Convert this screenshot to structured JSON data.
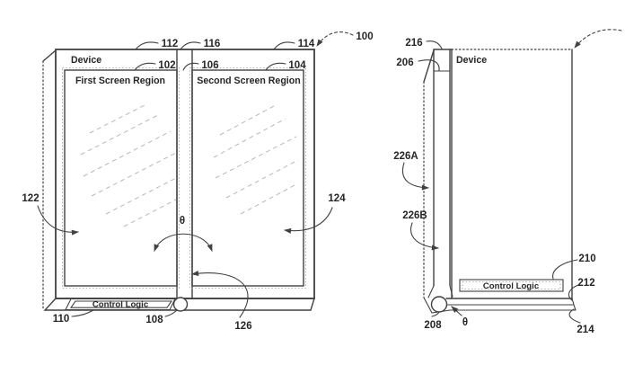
{
  "colors": {
    "line": "#414141",
    "text": "#262626",
    "hatch": "#b7b7c0",
    "background": "#ffffff"
  },
  "figure_left": {
    "device_label": "Device",
    "screen1_label": "First Screen Region",
    "screen2_label": "Second Screen Region",
    "control_logic_label": "Control Logic",
    "angle_symbol": "θ",
    "refs": {
      "r100": "100",
      "r102": "102",
      "r104": "104",
      "r106": "106",
      "r108": "108",
      "r110": "110",
      "r112": "112",
      "r114": "114",
      "r116": "116",
      "r122": "122",
      "r124": "124",
      "r126": "126"
    }
  },
  "figure_right": {
    "device_label": "Device",
    "control_logic_label": "Control Logic",
    "angle_symbol": "θ",
    "refs": {
      "r206": "206",
      "r208": "208",
      "r210": "210",
      "r212": "212",
      "r214": "214",
      "r216": "216",
      "r226A": "226A",
      "r226B": "226B"
    }
  }
}
